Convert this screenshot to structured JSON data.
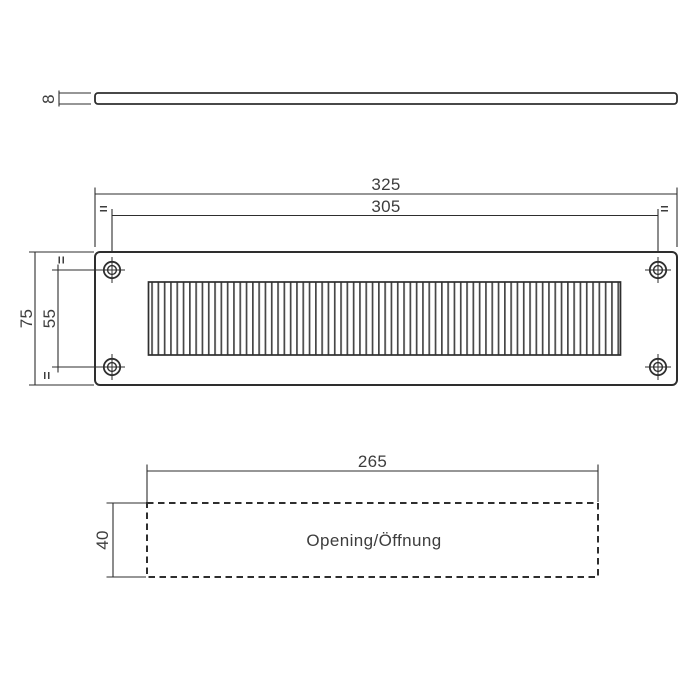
{
  "drawing": {
    "title_semantic": "letterplate-technical-drawing",
    "colors": {
      "background": "#ffffff",
      "line": "#2e2e2e",
      "text": "#3d3d3d",
      "hatch": "#474747"
    },
    "side_view": {
      "thickness": "8"
    },
    "front_view": {
      "overall_width": "325",
      "hole_spacing_width": "305",
      "overall_height": "75",
      "hole_spacing_height": "55",
      "equal_mark": "="
    },
    "opening_view": {
      "opening_width": "265",
      "opening_height": "40",
      "label": "Opening/Öffnung"
    }
  }
}
